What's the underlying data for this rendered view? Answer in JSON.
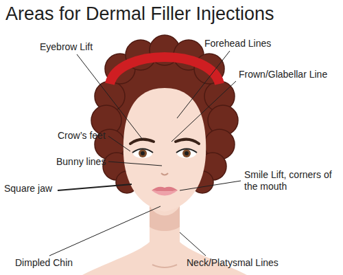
{
  "diagram": {
    "title": "Areas for Dermal Filler Injections",
    "labels": [
      "Eyebrow Lift",
      "Forehead Lines",
      "Frown/Glabellar Line",
      "Crow’s feet",
      "Bunny lines",
      "Square jaw",
      "Smile Lift, corners of the mouth",
      "Dimpled Chin",
      "Neck/Platysmal Lines"
    ]
  }
}
